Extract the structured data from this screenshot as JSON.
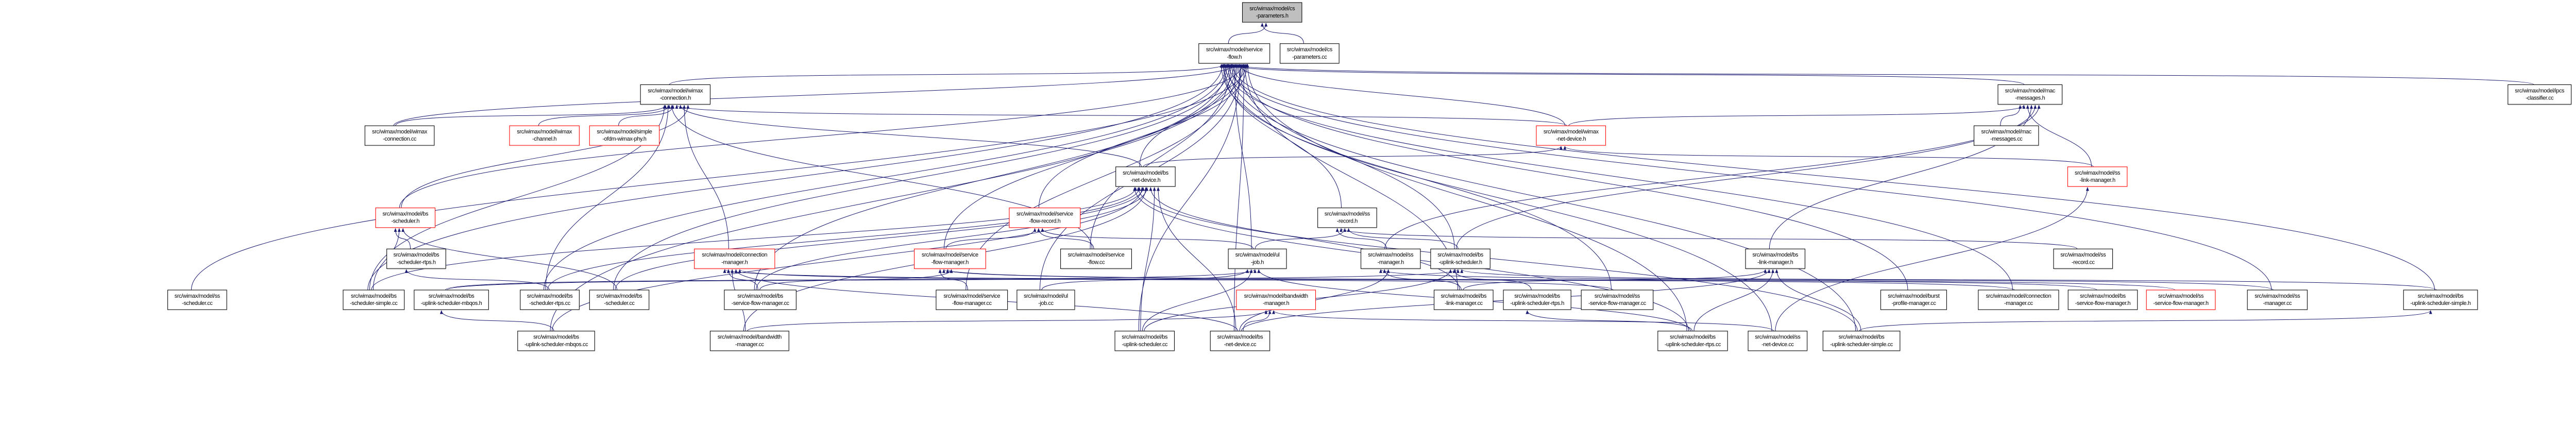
{
  "colors": {
    "edge": "#191970",
    "node_border": "#000000",
    "truncated_border": "#ff0000",
    "root_fill": "#bfbfbf",
    "node_fill": "#ffffff",
    "shadow": "#555555"
  },
  "nodes": {
    "cs_parameters_h": {
      "lines": [
        "src/wimax/model/cs",
        "-parameters.h"
      ],
      "style": "root"
    },
    "service_flow_h": {
      "lines": [
        "src/wimax/model/service",
        "-flow.h"
      ],
      "style": "normal"
    },
    "cs_parameters_cc": {
      "lines": [
        "src/wimax/model/cs",
        "-parameters.cc"
      ],
      "style": "normal"
    },
    "wimax_connection_h": {
      "lines": [
        "src/wimax/model/wimax",
        "-connection.h"
      ],
      "style": "normal"
    },
    "mac_messages_h": {
      "lines": [
        "src/wimax/model/mac",
        "-messages.h"
      ],
      "style": "normal"
    },
    "ipcs_classifier_cc": {
      "lines": [
        "src/wimax/model/ipcs",
        "-classifier.cc"
      ],
      "style": "normal"
    },
    "wimax_connection_cc": {
      "lines": [
        "src/wimax/model/wimax",
        "-connection.cc"
      ],
      "style": "normal"
    },
    "wimax_channel_h": {
      "lines": [
        "src/wimax/model/wimax",
        "-channel.h"
      ],
      "style": "truncated"
    },
    "simple_ofdm_wimax_phy_h": {
      "lines": [
        "src/wimax/model/simple",
        "-ofdm-wimax-phy.h"
      ],
      "style": "truncated"
    },
    "wimax_net_device_h": {
      "lines": [
        "src/wimax/model/wimax",
        "-net-device.h"
      ],
      "style": "truncated"
    },
    "mac_messages_cc": {
      "lines": [
        "src/wimax/model/mac",
        "-messages.cc"
      ],
      "style": "normal"
    },
    "bs_net_device_h": {
      "lines": [
        "src/wimax/model/bs",
        "-net-device.h"
      ],
      "style": "normal"
    },
    "ss_link_manager_h": {
      "lines": [
        "src/wimax/model/ss",
        "-link-manager.h"
      ],
      "style": "truncated"
    },
    "bs_scheduler_h": {
      "lines": [
        "src/wimax/model/bs",
        "-scheduler.h"
      ],
      "style": "truncated"
    },
    "service_flow_record_h": {
      "lines": [
        "src/wimax/model/service",
        "-flow-record.h"
      ],
      "style": "truncated"
    },
    "ss_record_h": {
      "lines": [
        "src/wimax/model/ss",
        "-record.h"
      ],
      "style": "normal"
    },
    "bs_scheduler_rtps_h": {
      "lines": [
        "src/wimax/model/bs",
        "-scheduler-rtps.h"
      ],
      "style": "normal"
    },
    "connection_manager_h": {
      "lines": [
        "src/wimax/model/connection",
        "-manager.h"
      ],
      "style": "truncated"
    },
    "service_flow_manager_h": {
      "lines": [
        "src/wimax/model/service",
        "-flow-manager.h"
      ],
      "style": "truncated"
    },
    "service_flow_cc": {
      "lines": [
        "src/wimax/model/service",
        "-flow.cc"
      ],
      "style": "normal"
    },
    "ul_job_h": {
      "lines": [
        "src/wimax/model/ul",
        "-job.h"
      ],
      "style": "normal"
    },
    "ss_manager_h": {
      "lines": [
        "src/wimax/model/ss",
        "-manager.h"
      ],
      "style": "normal"
    },
    "bs_uplink_scheduler_h": {
      "lines": [
        "src/wimax/model/bs",
        "-uplink-scheduler.h"
      ],
      "style": "normal"
    },
    "bs_link_manager_h": {
      "lines": [
        "src/wimax/model/bs",
        "-link-manager.h"
      ],
      "style": "normal"
    },
    "ss_record_cc": {
      "lines": [
        "src/wimax/model/ss",
        "-record.cc"
      ],
      "style": "normal"
    },
    "ss_scheduler_cc": {
      "lines": [
        "src/wimax/model/ss",
        "-scheduler.cc"
      ],
      "style": "normal"
    },
    "bs_scheduler_simple_cc": {
      "lines": [
        "src/wimax/model/bs",
        "-scheduler-simple.cc"
      ],
      "style": "normal"
    },
    "bs_uplink_scheduler_mbqos_h": {
      "lines": [
        "src/wimax/model/bs",
        "-uplink-scheduler-mbqos.h"
      ],
      "style": "normal"
    },
    "bs_scheduler_rtps_cc": {
      "lines": [
        "src/wimax/model/bs",
        "-scheduler-rtps.cc"
      ],
      "style": "normal"
    },
    "bs_scheduler_cc": {
      "lines": [
        "src/wimax/model/bs",
        "-scheduler.cc"
      ],
      "style": "normal"
    },
    "bs_service_flow_manager_cc": {
      "lines": [
        "src/wimax/model/bs",
        "-service-flow-manager.cc"
      ],
      "style": "normal"
    },
    "service_flow_manager_cc": {
      "lines": [
        "src/wimax/model/service",
        "-flow-manager.cc"
      ],
      "style": "normal"
    },
    "ul_job_cc": {
      "lines": [
        "src/wimax/model/ul",
        "-job.cc"
      ],
      "style": "normal"
    },
    "bandwidth_manager_h": {
      "lines": [
        "src/wimax/model/bandwidth",
        "-manager.h"
      ],
      "style": "truncated"
    },
    "bs_link_manager_cc": {
      "lines": [
        "src/wimax/model/bs",
        "-link-manager.cc"
      ],
      "style": "normal"
    },
    "bs_uplink_scheduler_rtps_h": {
      "lines": [
        "src/wimax/model/bs",
        "-uplink-scheduler-rtps.h"
      ],
      "style": "normal"
    },
    "ss_service_flow_manager_cc": {
      "lines": [
        "src/wimax/model/ss",
        "-service-flow-manager.cc"
      ],
      "style": "normal"
    },
    "burst_profile_manager_cc": {
      "lines": [
        "src/wimax/model/burst",
        "-profile-manager.cc"
      ],
      "style": "normal"
    },
    "connection_manager_cc": {
      "lines": [
        "src/wimax/model/connection",
        "-manager.cc"
      ],
      "style": "normal"
    },
    "bs_service_flow_manager_h": {
      "lines": [
        "src/wimax/model/bs",
        "-service-flow-manager.h"
      ],
      "style": "normal"
    },
    "ss_service_flow_manager_h": {
      "lines": [
        "src/wimax/model/ss",
        "-service-flow-manager.h"
      ],
      "style": "truncated"
    },
    "ss_manager_cc": {
      "lines": [
        "src/wimax/model/ss",
        "-manager.cc"
      ],
      "style": "normal"
    },
    "bs_uplink_scheduler_simple_h": {
      "lines": [
        "src/wimax/model/bs",
        "-uplink-scheduler-simple.h"
      ],
      "style": "normal"
    },
    "bs_uplink_scheduler_mbqos_cc": {
      "lines": [
        "src/wimax/model/bs",
        "-uplink-scheduler-mbqos.cc"
      ],
      "style": "normal"
    },
    "bandwidth_manager_cc": {
      "lines": [
        "src/wimax/model/bandwidth",
        "-manager.cc"
      ],
      "style": "normal"
    },
    "bs_uplink_scheduler_cc": {
      "lines": [
        "src/wimax/model/bs",
        "-uplink-scheduler.cc"
      ],
      "style": "normal"
    },
    "bs_net_device_cc": {
      "lines": [
        "src/wimax/model/bs",
        "-net-device.cc"
      ],
      "style": "normal"
    },
    "bs_uplink_scheduler_rtps_cc": {
      "lines": [
        "src/wimax/model/bs",
        "-uplink-scheduler-rtps.cc"
      ],
      "style": "normal"
    },
    "ss_net_device_cc": {
      "lines": [
        "src/wimax/model/ss",
        "-net-device.cc"
      ],
      "style": "normal"
    },
    "bs_uplink_scheduler_simple_cc": {
      "lines": [
        "src/wimax/model/bs",
        "-uplink-scheduler-simple.cc"
      ],
      "style": "normal"
    }
  },
  "edges": [
    [
      "cs_parameters_cc",
      "cs_parameters_h"
    ],
    [
      "service_flow_h",
      "cs_parameters_h"
    ],
    [
      "wimax_connection_h",
      "service_flow_h"
    ],
    [
      "mac_messages_h",
      "service_flow_h"
    ],
    [
      "ipcs_classifier_cc",
      "service_flow_h"
    ],
    [
      "wimax_connection_cc",
      "service_flow_h"
    ],
    [
      "wimax_net_device_h",
      "service_flow_h"
    ],
    [
      "bs_net_device_h",
      "service_flow_h"
    ],
    [
      "service_flow_record_h",
      "service_flow_h"
    ],
    [
      "ss_record_h",
      "service_flow_h"
    ],
    [
      "service_flow_manager_h",
      "service_flow_h"
    ],
    [
      "service_flow_cc",
      "service_flow_h"
    ],
    [
      "ul_job_h",
      "service_flow_h"
    ],
    [
      "bs_uplink_scheduler_h",
      "service_flow_h"
    ],
    [
      "bs_scheduler_h",
      "service_flow_h"
    ],
    [
      "ss_scheduler_cc",
      "service_flow_h"
    ],
    [
      "bs_scheduler_simple_cc",
      "service_flow_h"
    ],
    [
      "bs_scheduler_rtps_cc",
      "service_flow_h"
    ],
    [
      "bs_scheduler_cc",
      "service_flow_h"
    ],
    [
      "bs_service_flow_manager_cc",
      "service_flow_h"
    ],
    [
      "service_flow_manager_cc",
      "service_flow_h"
    ],
    [
      "ul_job_cc",
      "service_flow_h"
    ],
    [
      "bs_link_manager_cc",
      "service_flow_h"
    ],
    [
      "ss_service_flow_manager_cc",
      "service_flow_h"
    ],
    [
      "connection_manager_cc",
      "service_flow_h"
    ],
    [
      "ss_manager_cc",
      "service_flow_h"
    ],
    [
      "bs_uplink_scheduler_simple_h",
      "service_flow_h"
    ],
    [
      "bs_uplink_scheduler_mbqos_cc",
      "service_flow_h"
    ],
    [
      "bs_uplink_scheduler_cc",
      "service_flow_h"
    ],
    [
      "bs_net_device_cc",
      "service_flow_h"
    ],
    [
      "bs_uplink_scheduler_rtps_cc",
      "service_flow_h"
    ],
    [
      "ss_net_device_cc",
      "service_flow_h"
    ],
    [
      "bs_uplink_scheduler_simple_cc",
      "service_flow_h"
    ],
    [
      "burst_profile_manager_cc",
      "service_flow_h"
    ],
    [
      "wimax_connection_cc",
      "wimax_connection_h"
    ],
    [
      "wimax_channel_h",
      "wimax_connection_h"
    ],
    [
      "simple_ofdm_wimax_phy_h",
      "wimax_connection_h"
    ],
    [
      "wimax_net_device_h",
      "wimax_connection_h"
    ],
    [
      "bs_net_device_h",
      "wimax_connection_h"
    ],
    [
      "connection_manager_h",
      "wimax_connection_h"
    ],
    [
      "bs_scheduler_h",
      "wimax_connection_h"
    ],
    [
      "bs_scheduler_simple_cc",
      "wimax_connection_h"
    ],
    [
      "bs_scheduler_rtps_cc",
      "wimax_connection_h"
    ],
    [
      "service_flow_cc",
      "wimax_connection_h"
    ],
    [
      "mac_messages_cc",
      "mac_messages_h"
    ],
    [
      "wimax_net_device_h",
      "mac_messages_h"
    ],
    [
      "ss_link_manager_h",
      "mac_messages_h"
    ],
    [
      "bs_link_manager_h",
      "mac_messages_h"
    ],
    [
      "bs_uplink_scheduler_h",
      "mac_messages_h"
    ],
    [
      "ss_manager_h",
      "mac_messages_h"
    ],
    [
      "bs_net_device_h",
      "wimax_net_device_h"
    ],
    [
      "ss_link_manager_h",
      "wimax_net_device_h"
    ],
    [
      "bs_scheduler_simple_cc",
      "bs_net_device_h"
    ],
    [
      "bs_scheduler_rtps_cc",
      "bs_net_device_h"
    ],
    [
      "bs_scheduler_cc",
      "bs_net_device_h"
    ],
    [
      "bs_service_flow_manager_cc",
      "bs_net_device_h"
    ],
    [
      "bs_link_manager_cc",
      "bs_net_device_h"
    ],
    [
      "bs_uplink_scheduler_cc",
      "bs_net_device_h"
    ],
    [
      "bs_net_device_cc",
      "bs_net_device_h"
    ],
    [
      "bs_uplink_scheduler_rtps_cc",
      "bs_net_device_h"
    ],
    [
      "bs_uplink_scheduler_simple_cc",
      "bs_net_device_h"
    ],
    [
      "bs_uplink_scheduler_mbqos_cc",
      "bs_net_device_h"
    ],
    [
      "bandwidth_manager_cc",
      "bs_net_device_h"
    ],
    [
      "bs_scheduler_rtps_h",
      "bs_scheduler_h"
    ],
    [
      "bs_scheduler_simple_cc",
      "bs_scheduler_h"
    ],
    [
      "bs_scheduler_cc",
      "bs_scheduler_h"
    ],
    [
      "bs_scheduler_rtps_cc",
      "bs_scheduler_rtps_h"
    ],
    [
      "service_flow_manager_h",
      "service_flow_record_h"
    ],
    [
      "service_flow_cc",
      "service_flow_record_h"
    ],
    [
      "ul_job_h",
      "service_flow_record_h"
    ],
    [
      "ss_manager_h",
      "ss_record_h"
    ],
    [
      "ss_record_cc",
      "ss_record_h"
    ],
    [
      "ul_job_h",
      "ss_record_h"
    ],
    [
      "bs_uplink_scheduler_h",
      "ss_record_h"
    ],
    [
      "connection_manager_cc",
      "connection_manager_h"
    ],
    [
      "bs_service_flow_manager_cc",
      "connection_manager_h"
    ],
    [
      "bandwidth_manager_cc",
      "connection_manager_h"
    ],
    [
      "bs_net_device_cc",
      "connection_manager_h"
    ],
    [
      "ss_service_flow_manager_cc",
      "connection_manager_h"
    ],
    [
      "service_flow_manager_cc",
      "service_flow_manager_h"
    ],
    [
      "bs_service_flow_manager_h",
      "service_flow_manager_h"
    ],
    [
      "ss_service_flow_manager_h",
      "service_flow_manager_h"
    ],
    [
      "bs_service_flow_manager_cc",
      "service_flow_manager_h"
    ],
    [
      "ul_job_cc",
      "ul_job_h"
    ],
    [
      "bs_uplink_scheduler_cc",
      "ul_job_h"
    ],
    [
      "bs_uplink_scheduler_mbqos_h",
      "ul_job_h"
    ],
    [
      "bs_uplink_scheduler_rtps_cc",
      "ul_job_h"
    ],
    [
      "ss_manager_cc",
      "ss_manager_h"
    ],
    [
      "bs_link_manager_cc",
      "ss_manager_h"
    ],
    [
      "bs_net_device_cc",
      "ss_manager_h"
    ],
    [
      "bs_uplink_scheduler_cc",
      "bs_uplink_scheduler_h"
    ],
    [
      "bs_uplink_scheduler_rtps_h",
      "bs_uplink_scheduler_h"
    ],
    [
      "bs_uplink_scheduler_mbqos_h",
      "bs_uplink_scheduler_h"
    ],
    [
      "bs_uplink_scheduler_simple_h",
      "bs_uplink_scheduler_h"
    ],
    [
      "bs_uplink_scheduler_mbqos_cc",
      "bs_uplink_scheduler_mbqos_h"
    ],
    [
      "bs_uplink_scheduler_rtps_cc",
      "bs_uplink_scheduler_rtps_h"
    ],
    [
      "bs_uplink_scheduler_simple_cc",
      "bs_uplink_scheduler_simple_h"
    ],
    [
      "bs_link_manager_cc",
      "bs_link_manager_h"
    ],
    [
      "bs_net_device_cc",
      "bs_link_manager_h"
    ],
    [
      "bs_uplink_scheduler_rtps_cc",
      "bs_link_manager_h"
    ],
    [
      "bs_uplink_scheduler_simple_cc",
      "bs_link_manager_h"
    ],
    [
      "bandwidth_manager_cc",
      "bandwidth_manager_h"
    ],
    [
      "bs_net_device_cc",
      "bandwidth_manager_h"
    ],
    [
      "ss_net_device_cc",
      "bandwidth_manager_h"
    ],
    [
      "ss_net_device_cc",
      "ss_link_manager_h"
    ]
  ]
}
